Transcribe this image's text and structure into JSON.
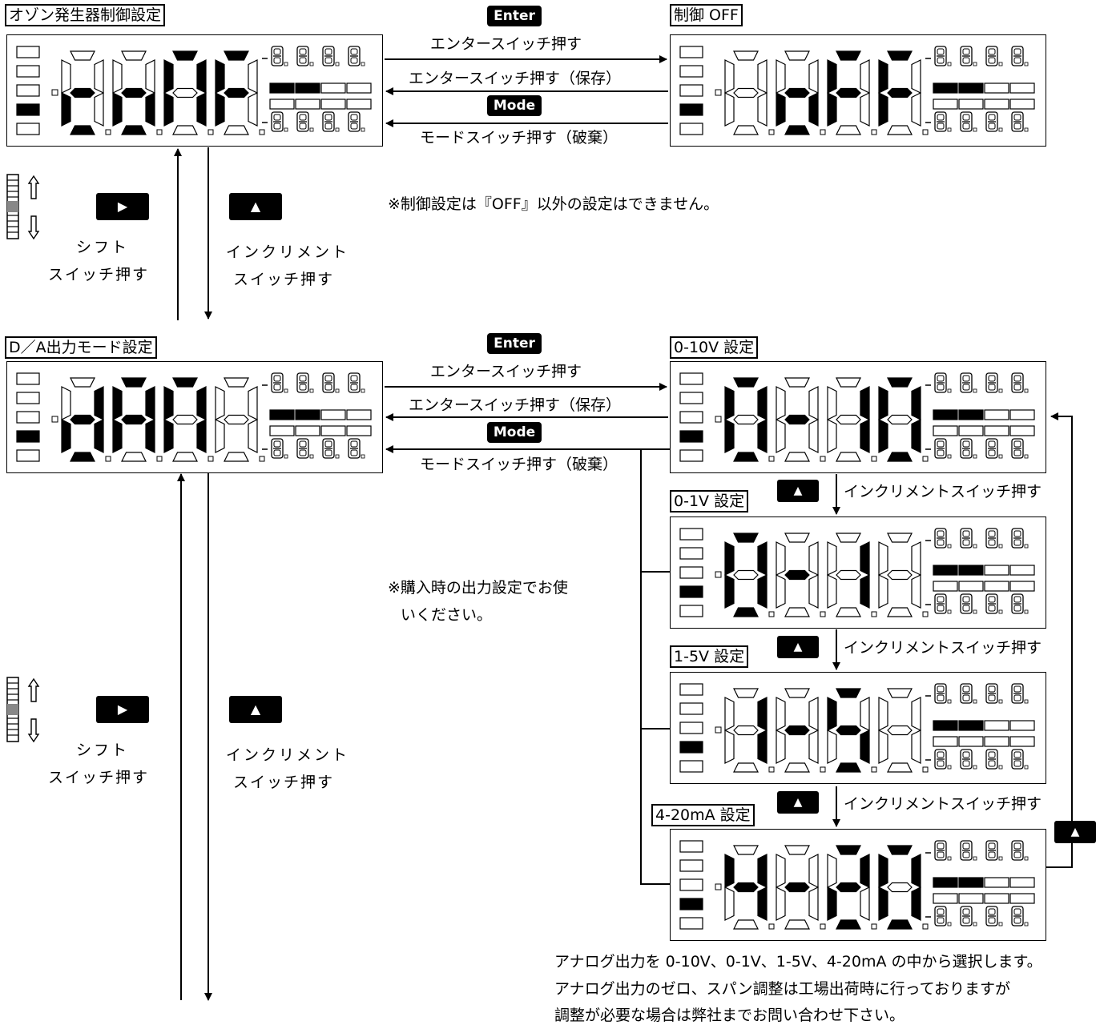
{
  "labels": {
    "ozone": "オゾン発生器制御設定",
    "ctrl_off": "制御 OFF",
    "da_mode": "D／A出力モード設定",
    "v0_10": "0-10V 設定",
    "v0_1": "0-1V 設定",
    "v1_5": "1-5V 設定",
    "ma4_20": "4-20mA 設定"
  },
  "pills": {
    "enter": "Enter",
    "mode": "Mode"
  },
  "keys": {
    "shift": "▶",
    "increment": "▲"
  },
  "arrows": {
    "enter_push": "エンタースイッチ押す",
    "enter_save": "エンタースイッチ押す（保存）",
    "mode_discard": "モードスイッチ押す（破棄）",
    "increment_push": "インクリメントスイッチ押す"
  },
  "side": {
    "shift_1": "シフト",
    "shift_2": "スイッチ押す",
    "inc_1": "インクリメント",
    "inc_2": "スイッチ押す"
  },
  "notes": {
    "ctrl": "※制御設定は『OFF』以外の設定はできません。",
    "purchase_1": "※購入時の出力設定でお使",
    "purchase_2": "いください。",
    "analog_1": "アナログ出力を 0-10V、0-1V、1-5V、4-20mA の中から選択します。",
    "analog_2": "アナログ出力のゼロ、スパン調整は工場出荷時に行っておりますが",
    "analog_3": "調整が必要な場合は弊社までお問い合わせ下さい。"
  },
  "displays": {
    "conf": "conF",
    "off": " oFF",
    "dAn": "dAn",
    "d0_10": "0-10",
    "d0_1": "0-1",
    "d1_5": "1-5",
    "d4_20": "4-20"
  }
}
